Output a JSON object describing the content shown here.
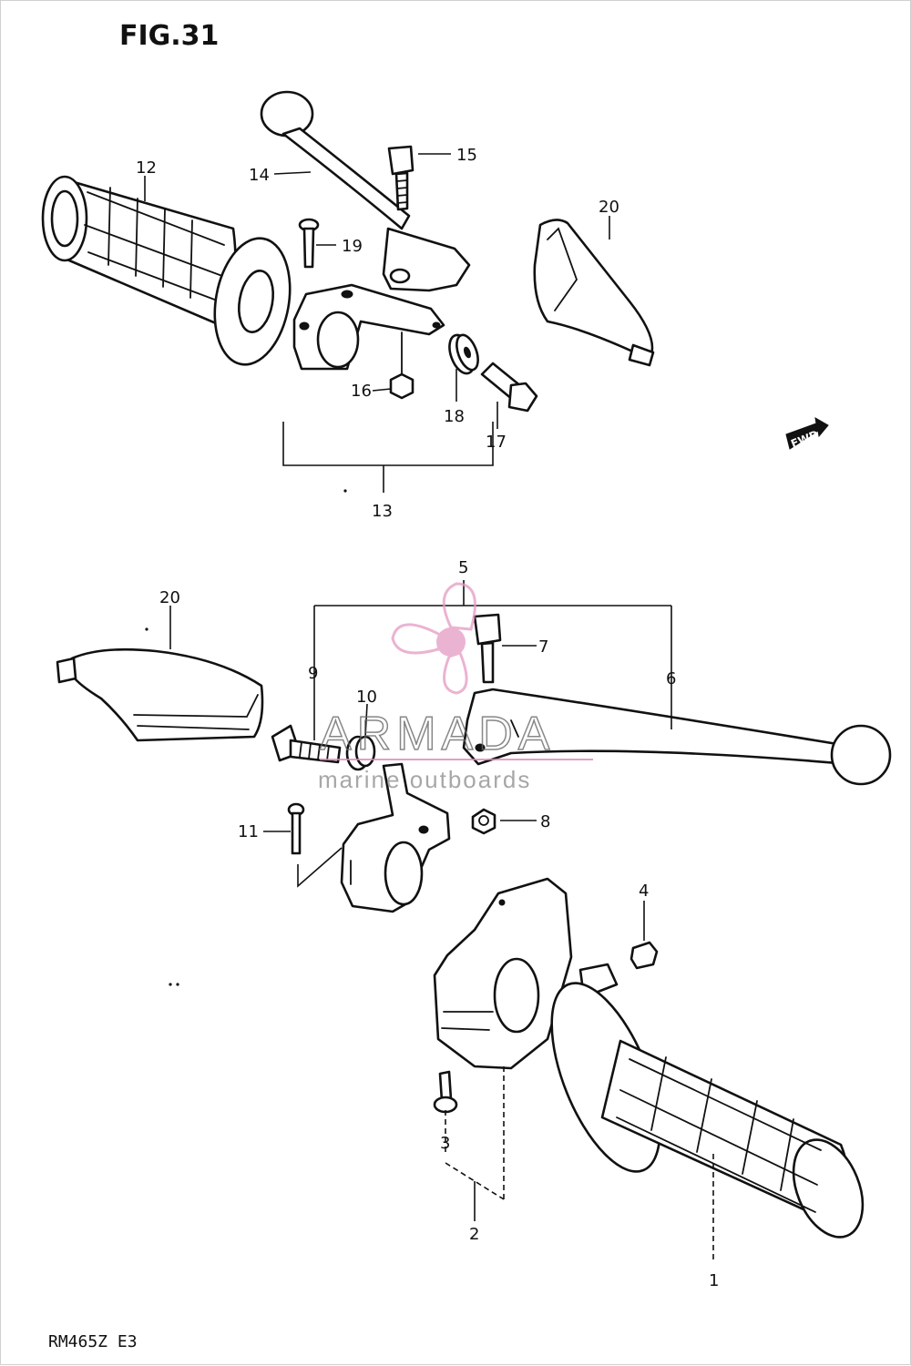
{
  "figure": {
    "title": "FIG.31",
    "model_code": "RM465Z  E3"
  },
  "forward_marker": {
    "text": "FWD",
    "icon": "forward-arrow-icon"
  },
  "watermark": {
    "brand": "ARMADA",
    "tagline": "marine outboards",
    "logo_icon": "propeller-logo-icon",
    "colors": {
      "logo": "#e59ac4",
      "text": "#6a6a6a",
      "rule": "#d98ab8"
    }
  },
  "callouts": {
    "c1": "1",
    "c2": "2",
    "c3": "3",
    "c4": "4",
    "c5": "5",
    "c6": "6",
    "c7": "7",
    "c8": "8",
    "c9": "9",
    "c10": "10",
    "c11": "11",
    "c12": "12",
    "c13": "13",
    "c14": "14",
    "c15": "15",
    "c16": "16",
    "c17": "17",
    "c18": "18",
    "c19": "19",
    "c20a": "20",
    "c20b": "20"
  }
}
